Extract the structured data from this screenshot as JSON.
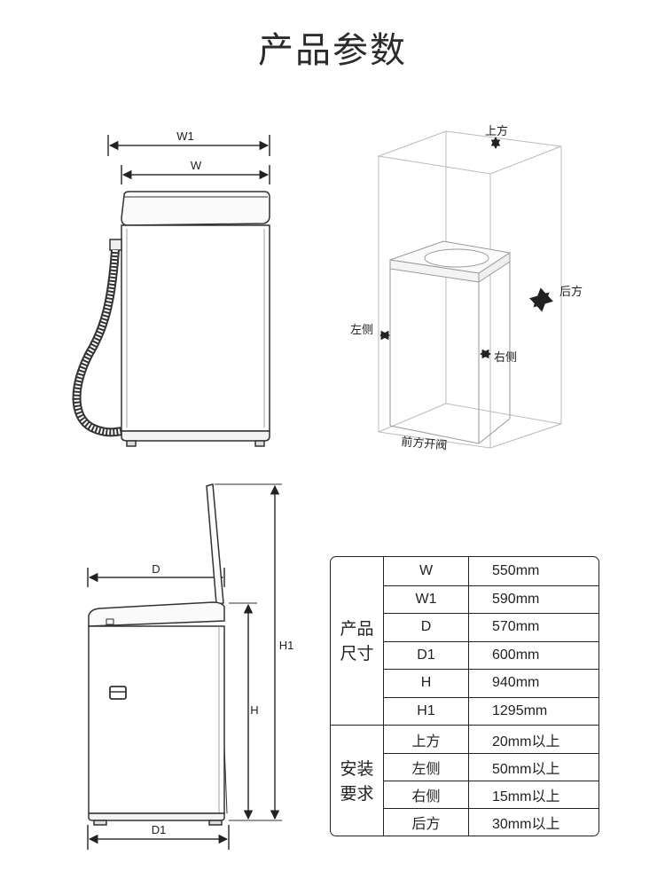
{
  "title": "产品参数",
  "front_view": {
    "w1_label": "W1",
    "w_label": "W"
  },
  "clearance_view": {
    "top_label": "上方",
    "back_label": "后方",
    "left_label": "左侧",
    "right_label": "右侧",
    "front_label": "前方开阀"
  },
  "side_view": {
    "d_label": "D",
    "d1_label": "D1",
    "h_label": "H",
    "h1_label": "H1"
  },
  "spec_table": {
    "groups": [
      {
        "label_line1": "产品",
        "label_line2": "尺寸",
        "rows": [
          {
            "key": "W",
            "value": "550mm"
          },
          {
            "key": "W1",
            "value": "590mm"
          },
          {
            "key": "D",
            "value": "570mm"
          },
          {
            "key": "D1",
            "value": "600mm"
          },
          {
            "key": "H",
            "value": "940mm"
          },
          {
            "key": "H1",
            "value": "1295mm"
          }
        ]
      },
      {
        "label_line1": "安装",
        "label_line2": "要求",
        "rows": [
          {
            "key": "上方",
            "value": "20mm以上"
          },
          {
            "key": "左侧",
            "value": "50mm以上"
          },
          {
            "key": "右侧",
            "value": "15mm以上"
          },
          {
            "key": "后方",
            "value": "30mm以上"
          }
        ]
      }
    ]
  }
}
